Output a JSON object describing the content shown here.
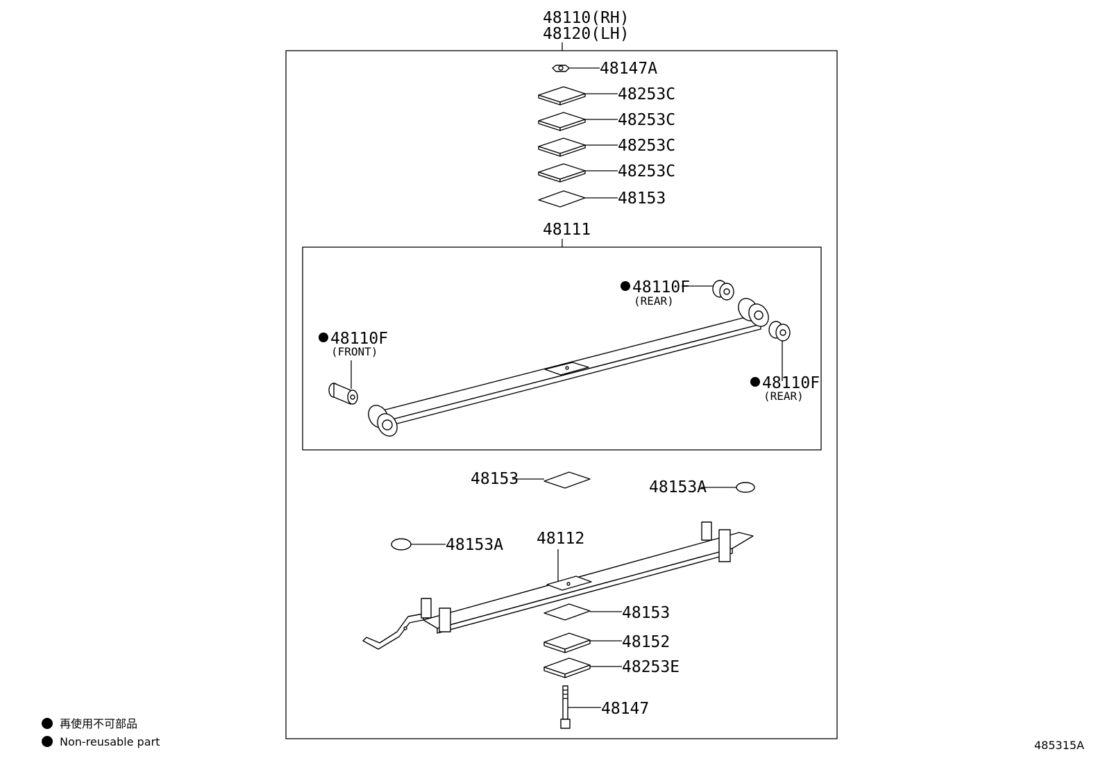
{
  "assembly": {
    "rh": "48110(RH)",
    "lh": "48120(LH)"
  },
  "leaf": "48111",
  "parts": {
    "nut": "48147A",
    "spacers": [
      "48253C",
      "48253C",
      "48253C",
      "48253C"
    ],
    "pad_upper": "48153",
    "bush_front": "48110F",
    "bush_front_note": "(FRONT)",
    "bush_rear_upper": "48110F",
    "bush_rear_upper_note": "(REAR)",
    "bush_rear_lower": "48110F",
    "bush_rear_lower_note": "(REAR)",
    "pad_mid": "48153",
    "disc_right": "48153A",
    "disc_left": "48153A",
    "lower_leaf": "48112",
    "pad_lower": "48153",
    "seat": "48152",
    "spacer_e": "48253E",
    "bolt": "48147"
  },
  "legend": {
    "jp": "再使用不可部品",
    "en": "Non-reusable part"
  },
  "diagram_code": "485315A"
}
